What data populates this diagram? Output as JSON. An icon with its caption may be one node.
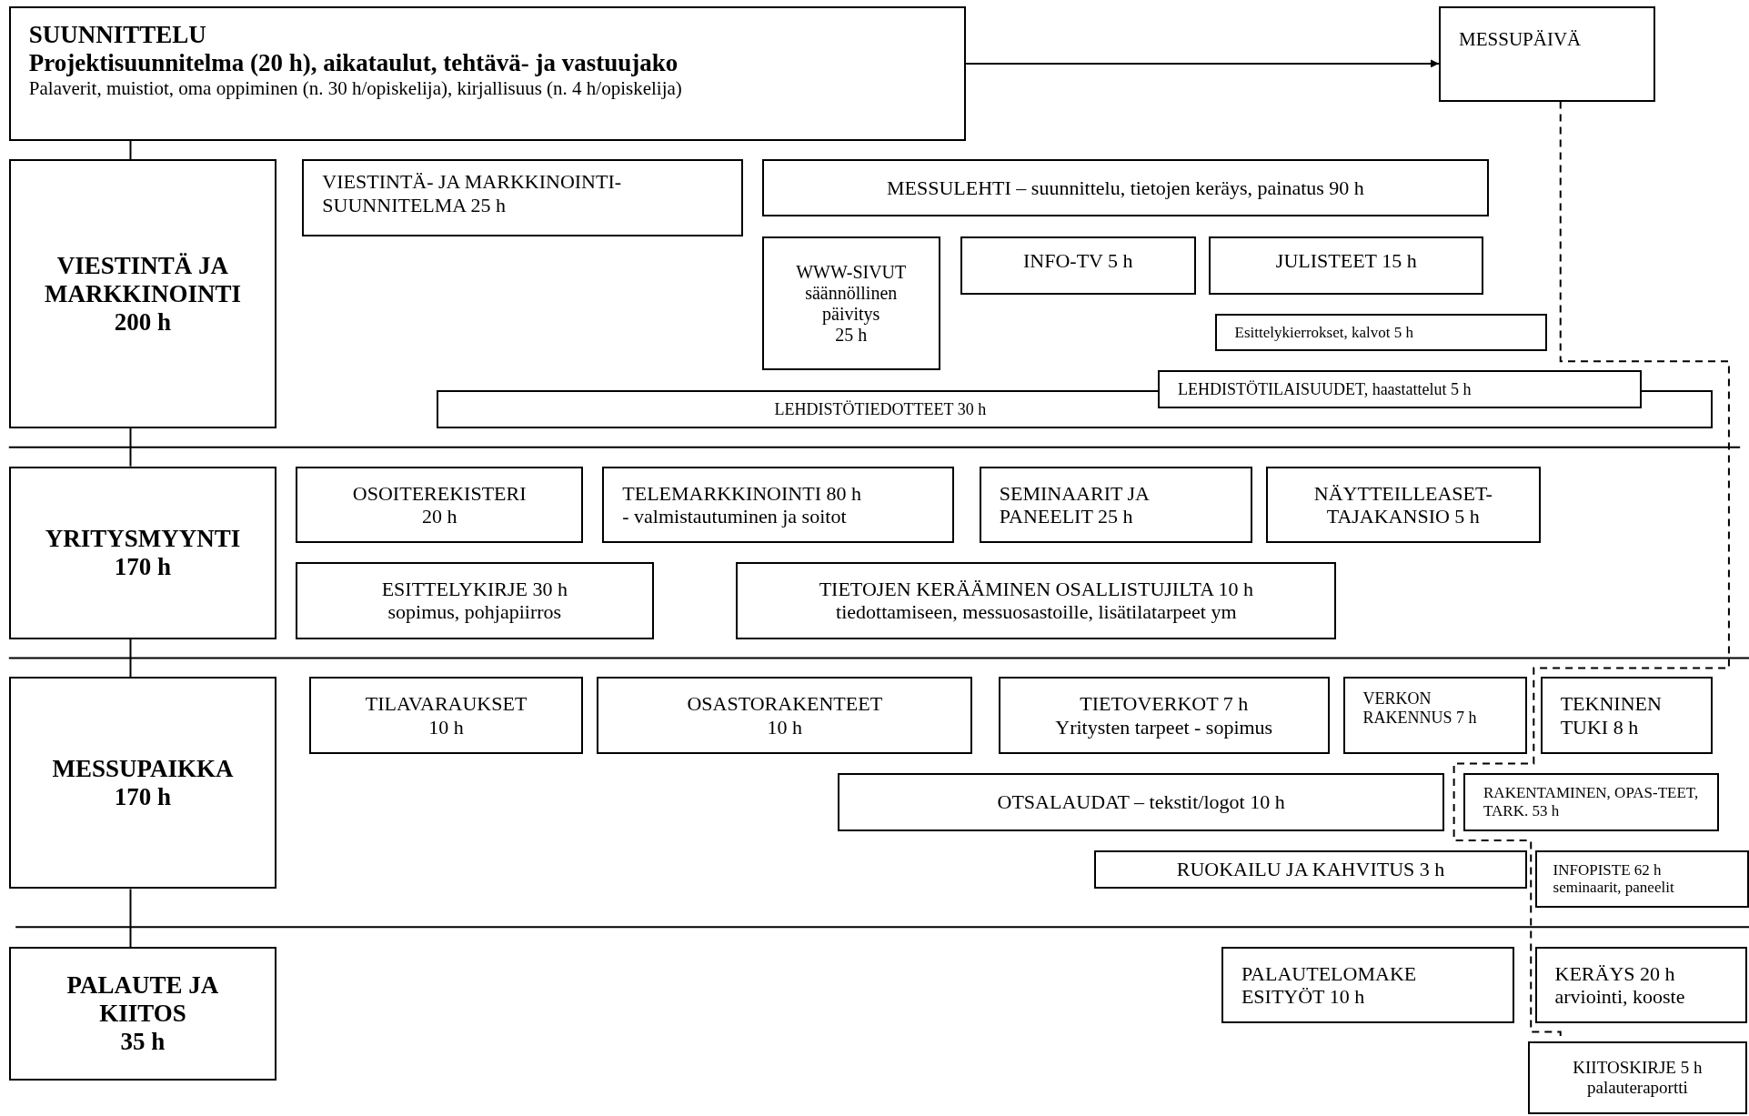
{
  "diagram": {
    "nodes": [
      {
        "text": [
          "SUUNNITTELU",
          "Projektisuunnitelma (20 h), aikataulut, tehtävä- ja vastuujako",
          "Palaverit, muistiot, oma oppiminen (n. 30 h/opiskelija), kirjallisuus (n. 4 h/opiskelija)"
        ]
      },
      {
        "text": [
          "MESSUPÄIVÄ"
        ]
      },
      {
        "text": [
          "VIESTINTÄ JA MARKKINOINTI",
          "200 h"
        ]
      },
      {
        "text": [
          "VIESTINTÄ- JA MARKKINOINTI-SUUNNITELMA 25 h"
        ]
      },
      {
        "text": [
          "MESSULEHTI – suunnittelu, tietojen keräys, painatus 90 h"
        ]
      },
      {
        "text": [
          "WWW-SIVUT",
          "säännöllinen päivitys",
          "25 h"
        ]
      },
      {
        "text": [
          "INFO-TV 5 h"
        ]
      },
      {
        "text": [
          "JULISTEET 15 h"
        ]
      },
      {
        "text": [
          "Esittelykierrokset, kalvot 5 h"
        ]
      },
      {
        "text": [
          "LEHDISTÖTILAISUUDET, haastattelut 5 h"
        ]
      },
      {
        "text": [
          "LEHDISTÖTIEDOTTEET 30 h"
        ]
      },
      {
        "text": [
          "YRITYSMYYNTI",
          "170 h"
        ]
      },
      {
        "text": [
          "OSOITEREKISTERI",
          "20 h"
        ]
      },
      {
        "text": [
          "TELEMARKKINOINTI 80 h",
          "- valmistautuminen ja soitot"
        ]
      },
      {
        "text": [
          "SEMINAARIT JA PANEELIT 25 h"
        ]
      },
      {
        "text": [
          "NÄYTTEILLEASET-TAJAKANSIO 5 h"
        ]
      },
      {
        "text": [
          "ESITTELYKIRJE 30 h",
          "sopimus, pohjapiirros"
        ]
      },
      {
        "text": [
          "TIETOJEN KERÄÄMINEN OSALLISTUJILTA 10 h",
          "tiedottamiseen, messuosastoille, lisätilatarpeet ym"
        ]
      },
      {
        "text": [
          "MESSUPAIKKA",
          "170 h"
        ]
      },
      {
        "text": [
          "TILAVARAUKSET",
          "10 h"
        ]
      },
      {
        "text": [
          "OSASTORAKENTEET",
          "10 h"
        ]
      },
      {
        "text": [
          "TIETOVERKOT 7 h",
          "Yritysten tarpeet - sopimus"
        ]
      },
      {
        "text": [
          "VERKON RAKENNUS 7 h"
        ]
      },
      {
        "text": [
          "TEKNINEN TUKI 8 h"
        ]
      },
      {
        "text": [
          "OTSALAUDAT – tekstit/logot 10 h"
        ]
      },
      {
        "text": [
          "RAKENTAMINEN, OPAS-TEET, TARK. 53 h"
        ]
      },
      {
        "text": [
          "RUOKAILU JA KAHVITUS 3 h"
        ]
      },
      {
        "text": [
          "INFOPISTE 62 h",
          "seminaarit, paneelit"
        ]
      },
      {
        "text": [
          "PALAUTE JA KIITOS",
          "35 h"
        ]
      },
      {
        "text": [
          "PALAUTELOMAKE ESITYÖT 10 h"
        ]
      },
      {
        "text": [
          "KERÄYS 20 h",
          "arviointi, kooste"
        ]
      },
      {
        "text": [
          "KIITOSKIRJE 5 h",
          "palauteraportti"
        ]
      }
    ],
    "edges": [
      {
        "from": 0,
        "to": 1,
        "arrow": "to"
      },
      {
        "from": 0,
        "to": 2,
        "arrow": "none"
      },
      {
        "from": 2,
        "to": 11,
        "arrow": "none"
      },
      {
        "from": 11,
        "to": 18,
        "arrow": "none"
      },
      {
        "from": 18,
        "to": 28,
        "arrow": "none"
      },
      {
        "from": 1,
        "to": 31,
        "arrow": "none",
        "style": "dashed"
      }
    ]
  }
}
